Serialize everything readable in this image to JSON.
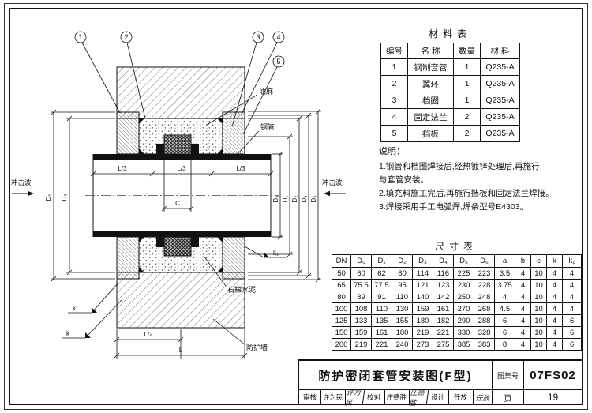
{
  "sheet": {
    "atlas_no": "07FS02",
    "page_no": "19"
  },
  "drawing": {
    "callouts": [
      "1",
      "2",
      "3",
      "4",
      "5"
    ],
    "part_labels": {
      "youma": "油麻",
      "gangguan": "钢管",
      "shimian_shuini": "石棉水泥",
      "fanghu_qiang": "防护墙"
    },
    "shockwave": "冲击波",
    "dims": {
      "L3": "L/3",
      "C": "C",
      "L2": "L/2",
      "L": "L",
      "k": "k",
      "k1": "k₁",
      "D0": "D₀",
      "D1": "D₁",
      "D2": "D₂",
      "D3": "D₃",
      "D4": "D₄",
      "D5": "D₅",
      "D6": "D₆"
    }
  },
  "materials_table": {
    "title": "材料表",
    "headers": [
      "编号",
      "名 称",
      "数量",
      "材 料"
    ],
    "rows": [
      [
        "1",
        "钢制套管",
        "1",
        "Q235-A"
      ],
      [
        "2",
        "翼环",
        "1",
        "Q235-A"
      ],
      [
        "3",
        "档圈",
        "1",
        "Q235-A"
      ],
      [
        "4",
        "固定法兰",
        "2",
        "Q235-A"
      ],
      [
        "5",
        "挡板",
        "2",
        "Q235-A"
      ]
    ]
  },
  "notes": {
    "title": "说明：",
    "lines": [
      "1.钢管和档圈焊接后,经热镀锌处理后,再施行",
      "与套管安装。",
      "2.填充料施工完后,再施行挡板和固定法兰焊接。",
      "3.焊接采用手工电弧焊,焊条型号E4303。"
    ]
  },
  "dims_table": {
    "title": "尺寸表",
    "headers": [
      "DN",
      "D₀",
      "D₁",
      "D₂",
      "D₃",
      "D₄",
      "D₅",
      "D₆",
      "a",
      "b",
      "c",
      "k",
      "k₁"
    ],
    "rows": [
      [
        "50",
        "60",
        "62",
        "80",
        "114",
        "116",
        "225",
        "223",
        "3.5",
        "4",
        "10",
        "4",
        "4"
      ],
      [
        "65",
        "75.5",
        "77.5",
        "95",
        "121",
        "123",
        "230",
        "228",
        "3.75",
        "4",
        "10",
        "4",
        "4"
      ],
      [
        "80",
        "89",
        "91",
        "110",
        "140",
        "142",
        "250",
        "248",
        "4",
        "4",
        "10",
        "4",
        "4"
      ],
      [
        "100",
        "108",
        "110",
        "130",
        "159",
        "161",
        "270",
        "268",
        "4.5",
        "4",
        "10",
        "4",
        "4"
      ],
      [
        "125",
        "133",
        "135",
        "155",
        "180",
        "182",
        "290",
        "288",
        "6",
        "4",
        "10",
        "4",
        "6"
      ],
      [
        "150",
        "159",
        "161",
        "180",
        "219",
        "221",
        "330",
        "328",
        "6",
        "4",
        "10",
        "4",
        "6"
      ],
      [
        "200",
        "219",
        "221",
        "240",
        "273",
        "275",
        "385",
        "383",
        "8",
        "4",
        "10",
        "4",
        "6"
      ]
    ]
  },
  "title_block": {
    "title": "防护密闭套管安装图(F型)",
    "atlas_label": "图集号",
    "page_label": "页",
    "signatures": [
      {
        "label": "审核",
        "name": "许为民",
        "sig": "许为民"
      },
      {
        "label": "校对",
        "name": "庄德胜",
        "sig": "庄德胜"
      },
      {
        "label": "设计",
        "name": "任放",
        "sig": "任放"
      }
    ]
  }
}
